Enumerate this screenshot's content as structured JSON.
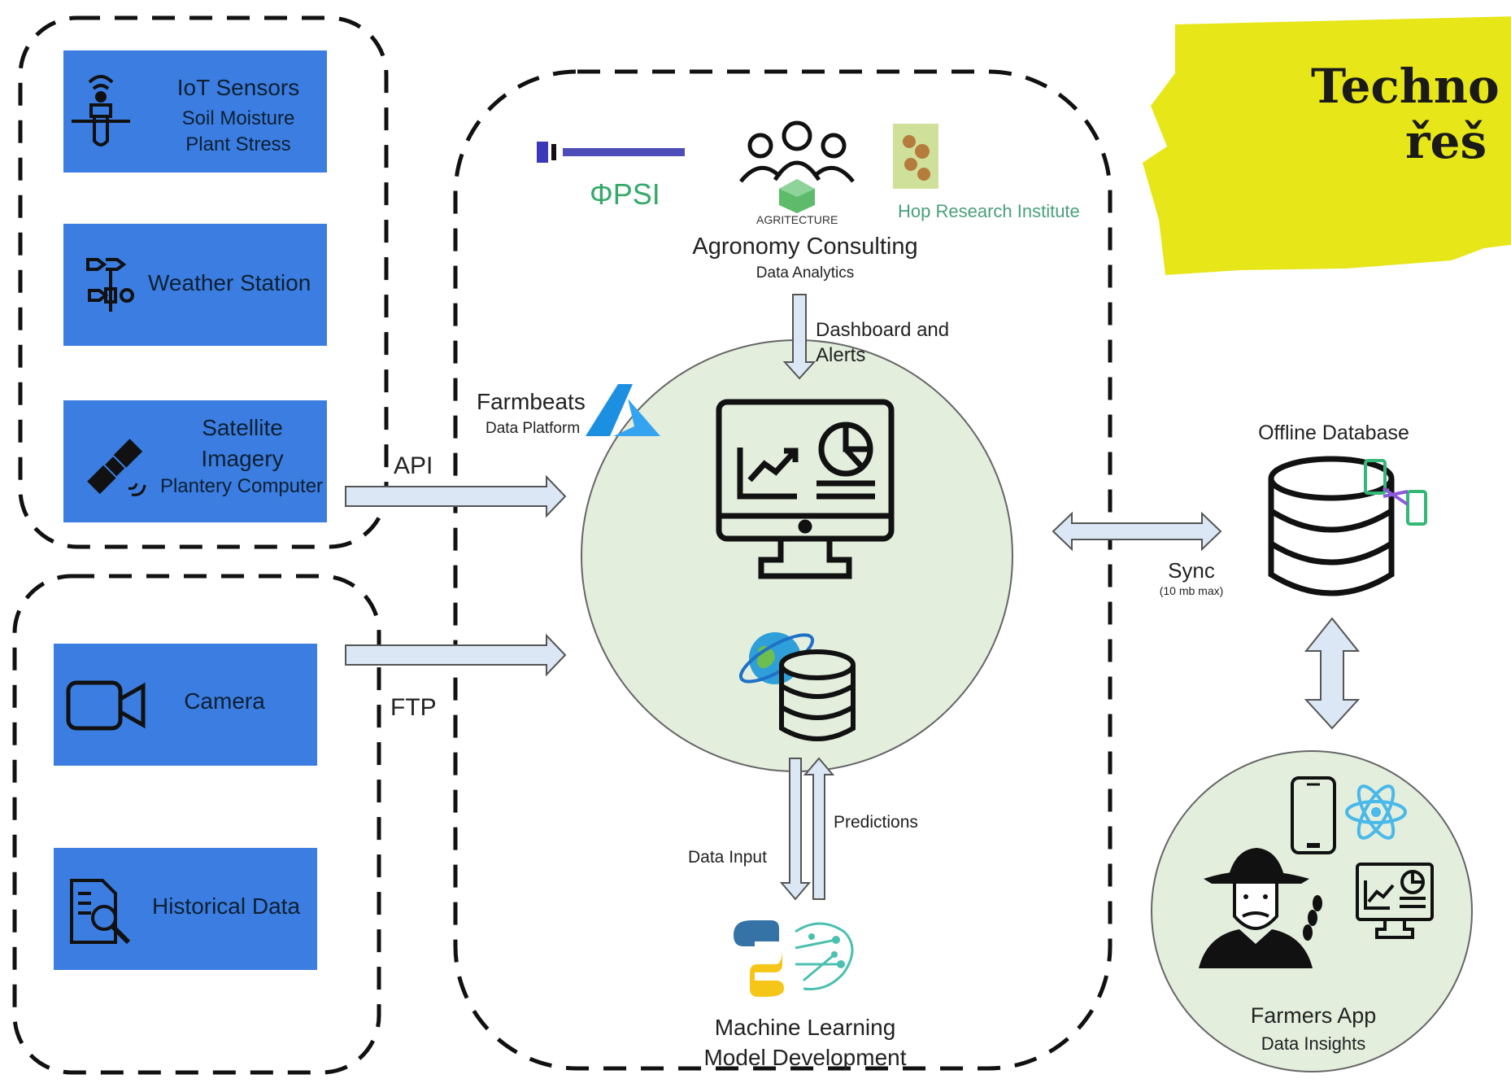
{
  "title": {
    "line1": "Techno",
    "line2": "řeš"
  },
  "sources": {
    "iot": {
      "title": "IoT Sensors",
      "line2": "Soil Moisture",
      "line3": "Plant Stress"
    },
    "weather": {
      "title": "Weather Station"
    },
    "satellite": {
      "line1": "Satellite",
      "line2": "Imagery",
      "line3": "Plantery Computer"
    },
    "camera": {
      "title": "Camera"
    },
    "historical": {
      "title": "Historical Data"
    }
  },
  "protocols": {
    "api": "API",
    "ftp": "FTP"
  },
  "platform": {
    "farmbeats_title": "Farmbeats",
    "farmbeats_sub": "Data Platform",
    "logos": {
      "psi": "ΦPSI",
      "agritecture": "AGRITECTURE",
      "hop": "Hop Research Institute"
    },
    "consulting_title": "Agronomy Consulting",
    "consulting_sub": "Data Analytics",
    "dashboard_label_1": "Dashboard and",
    "dashboard_label_2": "Alerts",
    "predictions_label": "Predictions",
    "data_input_label": "Data Input",
    "ml_line1": "Machine Learning",
    "ml_line2": "Model Development"
  },
  "offline": {
    "title": "Offline Database",
    "sync_label": "Sync",
    "sync_sub": "(10 mb max)"
  },
  "farmers": {
    "title": "Farmers App",
    "sub": "Data Insights"
  },
  "colors": {
    "box": "#3b7de0",
    "circle": "#e3eedd",
    "arrow_fill": "#dbe7f5",
    "highlight": "#e6e619",
    "azure": "#1d8fe0"
  }
}
